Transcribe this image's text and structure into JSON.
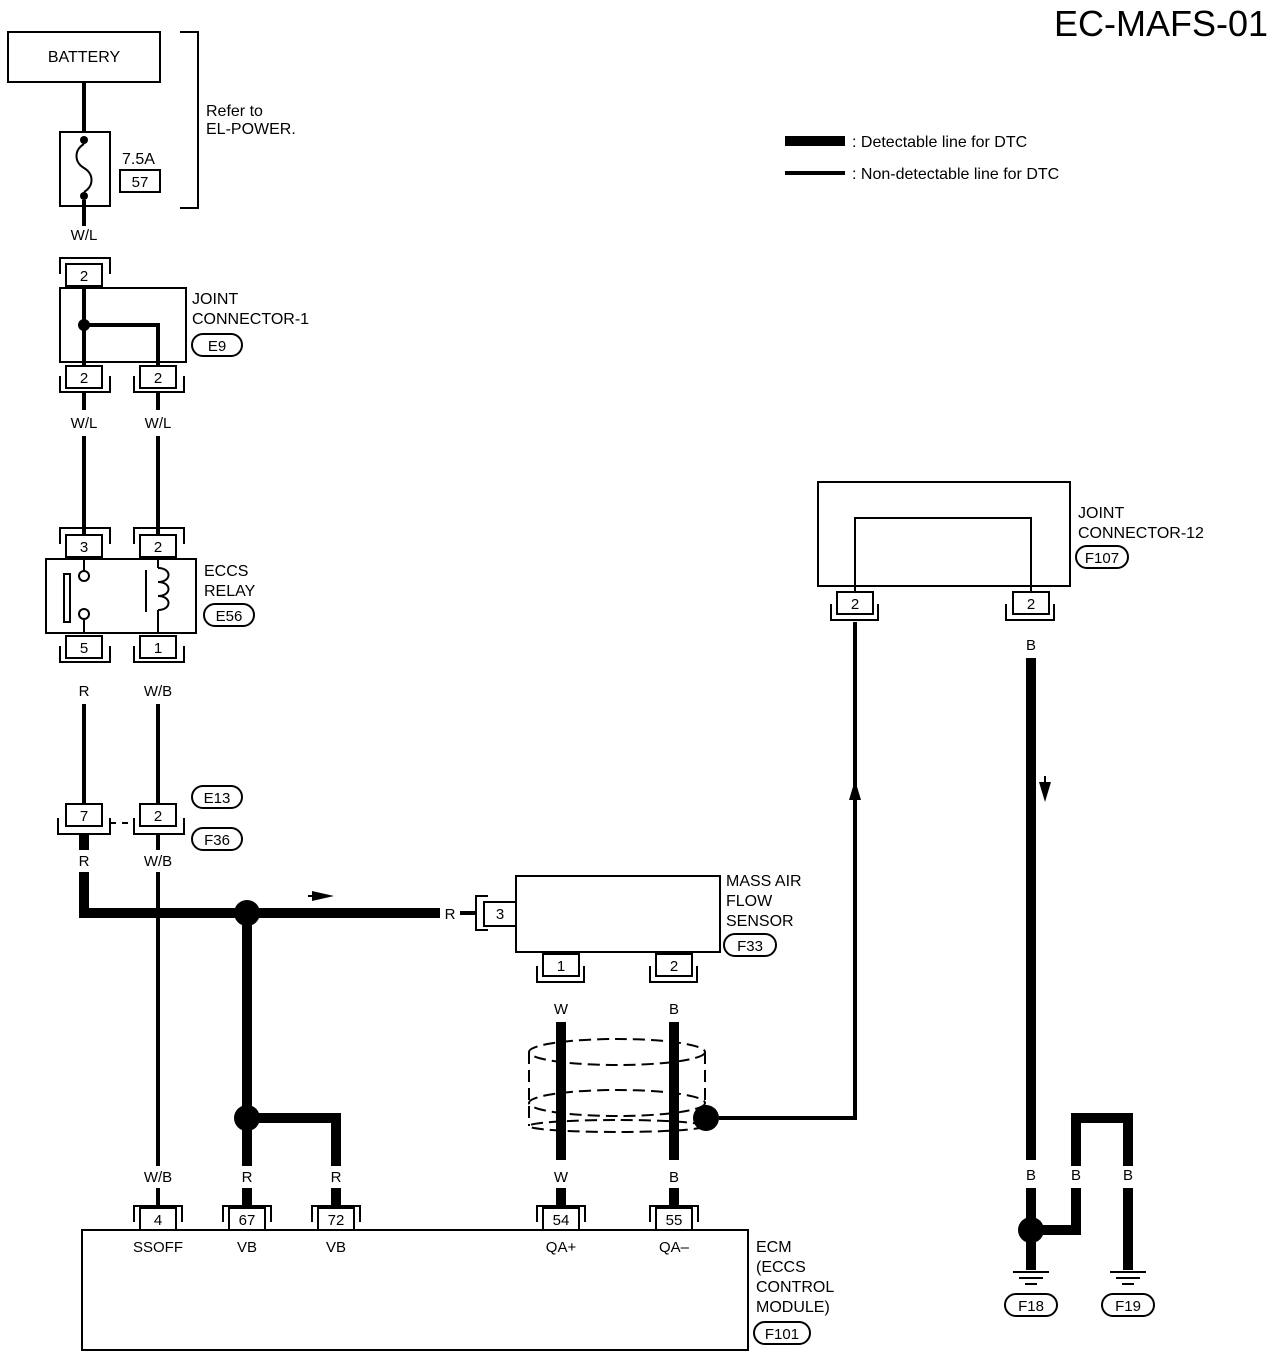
{
  "title": "EC-MAFS-01",
  "legend": {
    "detectable": ": Detectable line for DTC",
    "non_detectable": ": Non-detectable line for DTC"
  },
  "battery": "BATTERY",
  "refer": [
    "Refer to",
    "EL-POWER."
  ],
  "fuse": {
    "rating": "7.5A",
    "number": "57"
  },
  "joint1": {
    "name": [
      "JOINT",
      "CONNECTOR-1"
    ],
    "id": "E9",
    "pin_top": "2",
    "pin_left": "2",
    "pin_right": "2"
  },
  "relay": {
    "name": [
      "ECCS",
      "RELAY"
    ],
    "id": "E56",
    "pin_tl": "3",
    "pin_tr": "2",
    "pin_bl": "5",
    "pin_br": "1"
  },
  "harness": {
    "id_top": "E13",
    "id_bottom": "F36",
    "pin_left": "7",
    "pin_right": "2"
  },
  "maf": {
    "name": [
      "MASS AIR",
      "FLOW",
      "SENSOR"
    ],
    "id": "F33",
    "pin_in": "3",
    "pin_1": "1",
    "pin_2": "2"
  },
  "joint12": {
    "name": [
      "JOINT",
      "CONNECTOR-12"
    ],
    "id": "F107",
    "pin_left": "2",
    "pin_right": "2"
  },
  "ecm": {
    "name": [
      "ECM",
      "(ECCS",
      "CONTROL",
      "MODULE)"
    ],
    "id": "F101",
    "pins": [
      {
        "num": "4",
        "label": "SSOFF"
      },
      {
        "num": "67",
        "label": "VB"
      },
      {
        "num": "72",
        "label": "VB"
      },
      {
        "num": "54",
        "label": "QA+"
      },
      {
        "num": "55",
        "label": "QA–"
      }
    ]
  },
  "grounds": {
    "left": "F18",
    "right": "F19"
  },
  "wires": {
    "wl_fuse": "W/L",
    "wl_left": "W/L",
    "wl_right": "W/L",
    "r_relay": "R",
    "wb_relay": "W/B",
    "r_harness": "R",
    "wb_harness": "W/B",
    "r_maf": "R",
    "w_top": "W",
    "b_top": "B",
    "w_bot": "W",
    "b_bot": "B",
    "wb_ecm": "W/B",
    "r_67": "R",
    "r_72": "R",
    "b_j12": "B",
    "b_gnd1": "B",
    "b_gnd2": "B",
    "b_gnd3": "B"
  }
}
